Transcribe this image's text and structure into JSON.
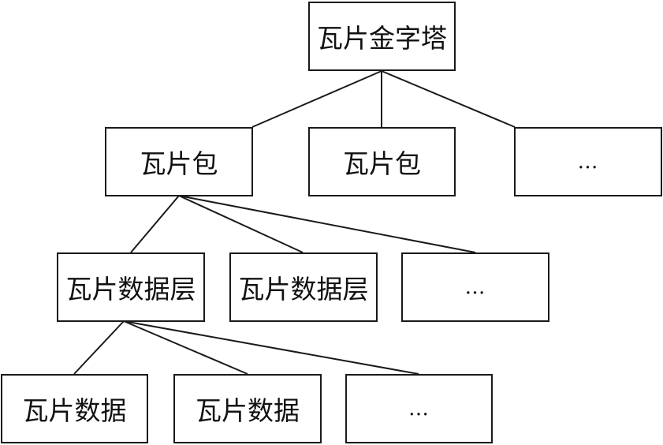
{
  "diagram": {
    "root": {
      "label": "瓦片金字塔"
    },
    "level1": [
      {
        "label": "瓦片包"
      },
      {
        "label": "瓦片包"
      },
      {
        "label": "…"
      }
    ],
    "level2": [
      {
        "label": "瓦片数据层"
      },
      {
        "label": "瓦片数据层"
      },
      {
        "label": "…"
      }
    ],
    "level3": [
      {
        "label": "瓦片数据"
      },
      {
        "label": "瓦片数据"
      },
      {
        "label": "…"
      }
    ]
  }
}
